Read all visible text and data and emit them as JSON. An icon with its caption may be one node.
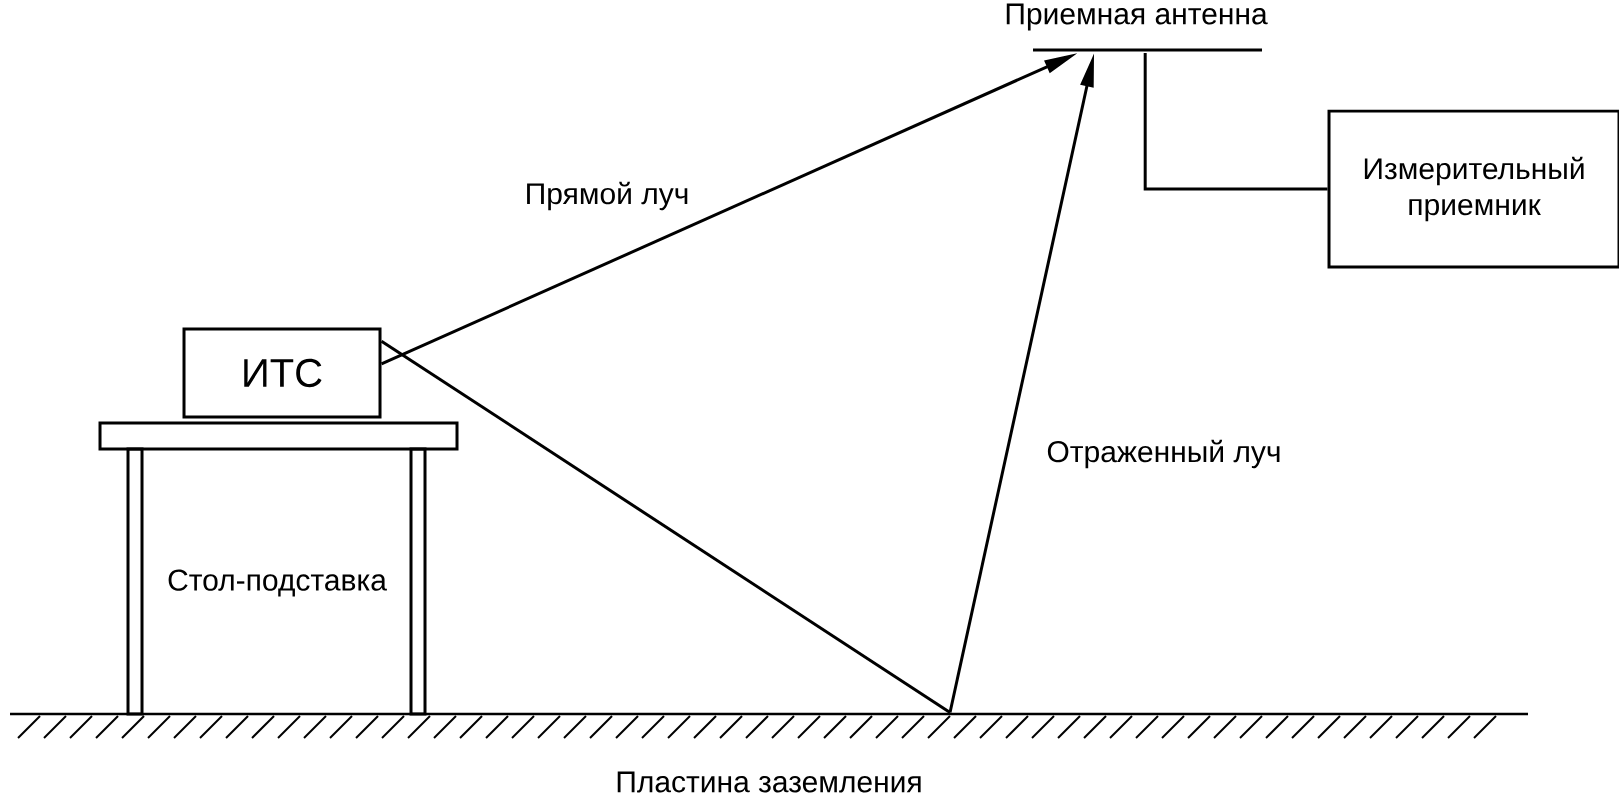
{
  "diagram": {
    "nodes": [
      {
        "text": [
          "Приемная антенна"
        ]
      },
      {
        "text": [
          "Измерительный приемник"
        ]
      },
      {
        "text": [
          "ИТС"
        ]
      },
      {
        "text": [
          "Пластина заземления"
        ]
      },
      {
        "text": [
          "Стол-подставка"
        ]
      }
    ],
    "edges": [
      {
        "from": 2,
        "to": 0,
        "arrow": "to",
        "label": "Прямой луч"
      },
      {
        "from": 2,
        "to": 3,
        "arrow": "none"
      },
      {
        "from": 3,
        "to": 0,
        "arrow": "to",
        "label": "Отраженный луч"
      },
      {
        "from": 0,
        "to": 1,
        "arrow": "none"
      }
    ]
  }
}
